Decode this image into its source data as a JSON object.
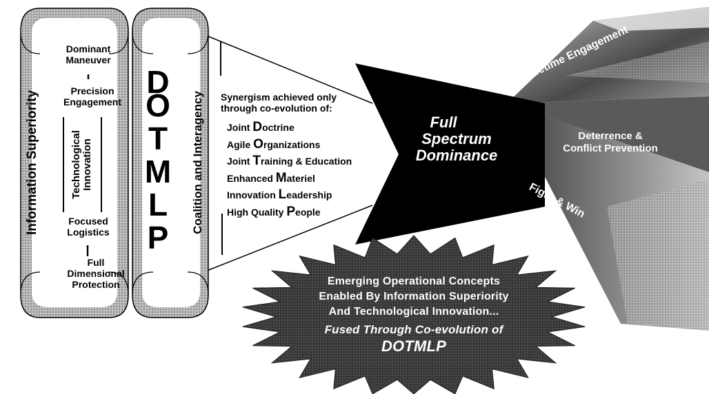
{
  "left_cylinder": {
    "title": "Information Superiority",
    "concepts": [
      "Dominant Maneuver",
      "Precision Engagement",
      "Focused Logistics",
      "Full Dimensional Protection"
    ],
    "inner_label": "Technological Innovation"
  },
  "middle_cylinder": {
    "letters": [
      "D",
      "O",
      "T",
      "M",
      "L",
      "P"
    ],
    "side_label": "Coalition and Interagency"
  },
  "synergism": {
    "heading_line1": "Synergism achieved only",
    "heading_line2": "through co-evolution of:",
    "items": [
      {
        "pre": "Joint ",
        "cap": "D",
        "rest": "octrine"
      },
      {
        "pre": "Agile ",
        "cap": "O",
        "rest": "rganizations"
      },
      {
        "pre": "Joint ",
        "cap": "T",
        "rest": "raining & Education"
      },
      {
        "pre": "Enhanced ",
        "cap": "M",
        "rest": "ateriel"
      },
      {
        "pre": "Innovation ",
        "cap": "L",
        "rest": "eadership"
      },
      {
        "pre": "High Quality ",
        "cap": "P",
        "rest": "eople"
      }
    ]
  },
  "center": {
    "line1": "Full",
    "line2": "Spectrum",
    "line3": "Dominance"
  },
  "outcomes": {
    "peacetime": "Peacetime Engagement",
    "deterrence_line1": "Deterrence &",
    "deterrence_line2": "Conflict Prevention",
    "fight": "Fight & Win"
  },
  "starburst": {
    "line1": "Emerging Operational Concepts",
    "line2": "Enabled By Information Superiority",
    "line3": "And Technological Innovation...",
    "line4": "Fused Through Co-evolution of",
    "line5": "DOTMLP"
  },
  "colors": {
    "black": "#000000",
    "gray_band": "#9a9a9a",
    "dark_star": "#3a3a3a",
    "photo_gray": "#8c8c8c"
  }
}
